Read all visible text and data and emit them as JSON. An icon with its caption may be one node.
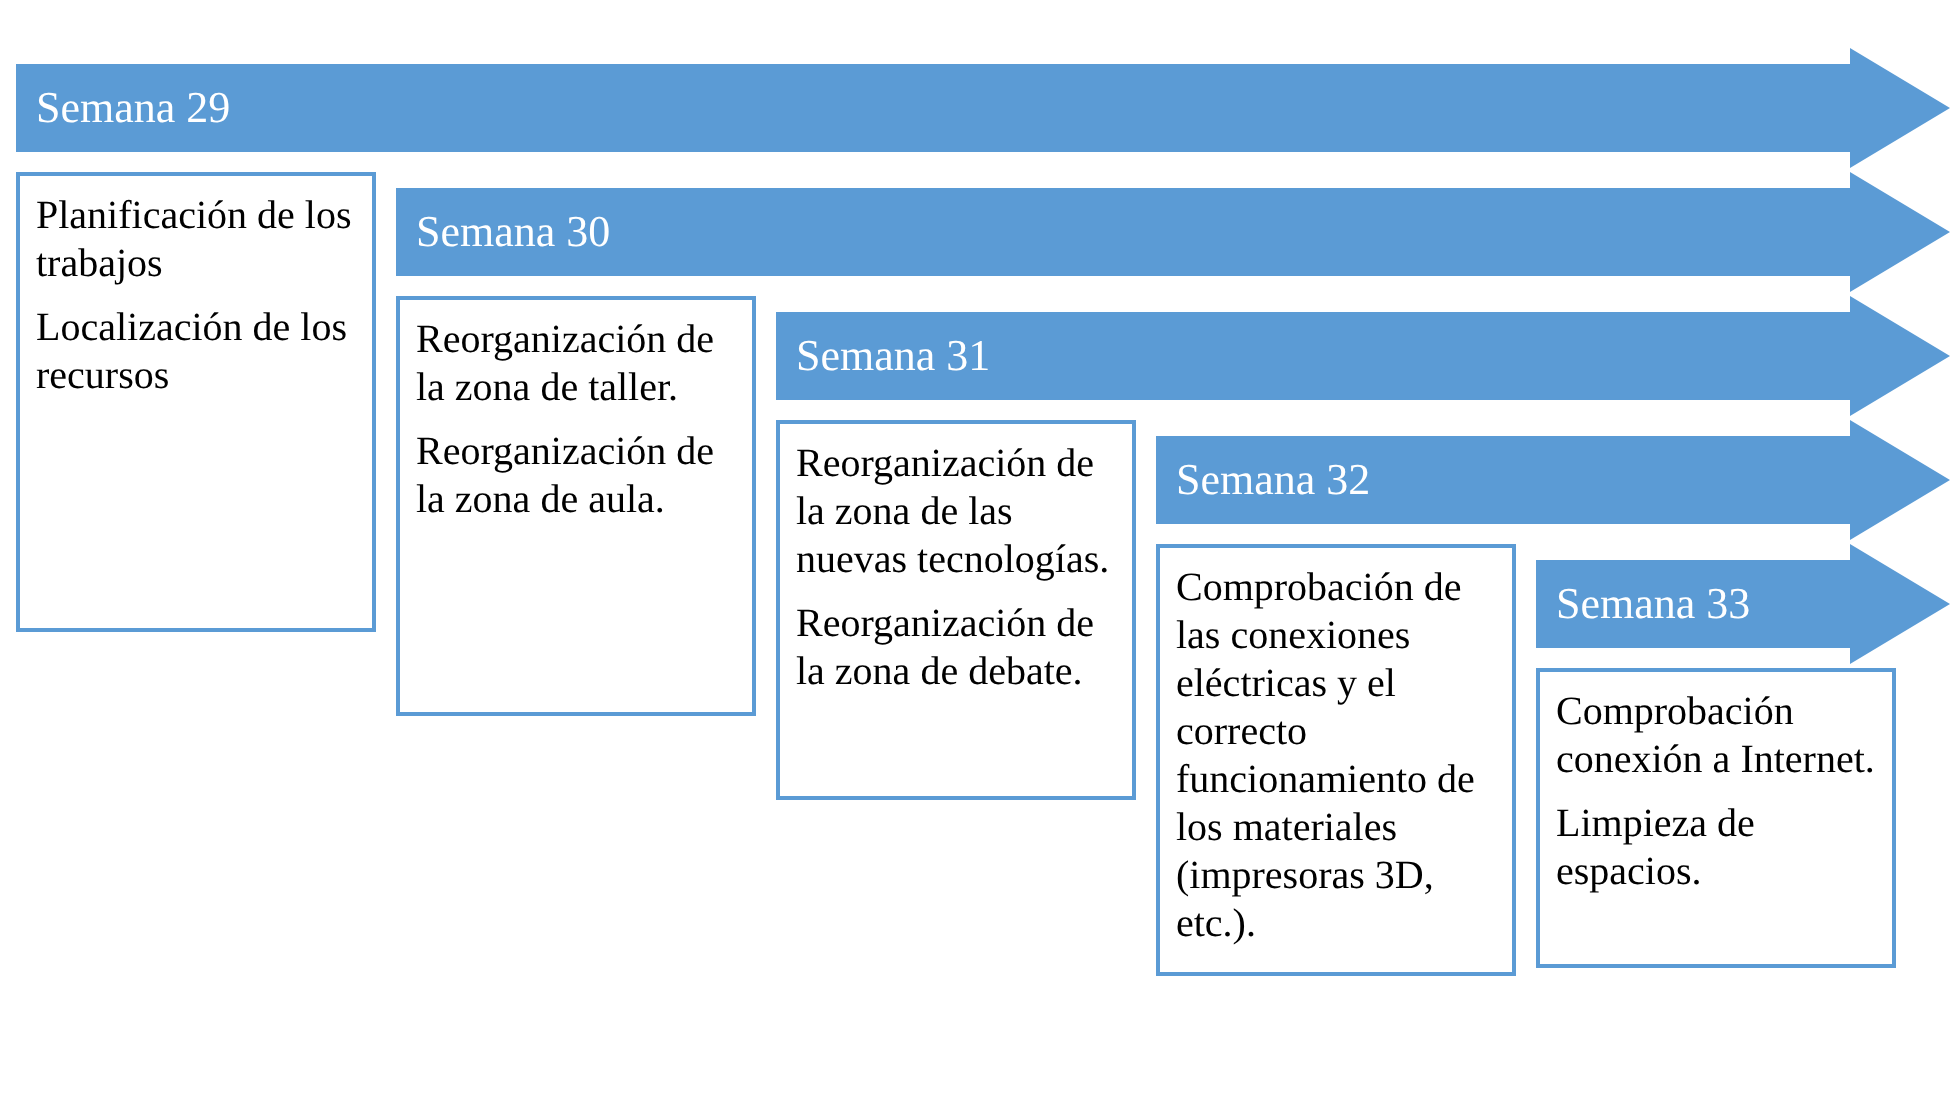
{
  "diagram": {
    "nodes": [
      {
        "text": [
          "Semana 29"
        ]
      },
      {
        "text": [
          "Planificación de los trabajos",
          "Localización de los recursos"
        ]
      },
      {
        "text": [
          "Semana 30"
        ]
      },
      {
        "text": [
          "Reorganización de la zona de taller.",
          "Reorganización de la zona de aula."
        ]
      },
      {
        "text": [
          "Semana 31"
        ]
      },
      {
        "text": [
          "Reorganización de la zona de las nuevas tecnologías.",
          "Reorganización de la zona de debate."
        ]
      },
      {
        "text": [
          "Semana 32"
        ]
      },
      {
        "text": [
          "Comprobación de las conexiones eléctricas y el correcto funcionamiento de los materiales (impresoras 3D, etc.)."
        ]
      },
      {
        "text": [
          "Semana 33"
        ]
      },
      {
        "text": [
          "Comprobación conexión a Internet.",
          "Limpieza de espacios."
        ]
      }
    ]
  }
}
